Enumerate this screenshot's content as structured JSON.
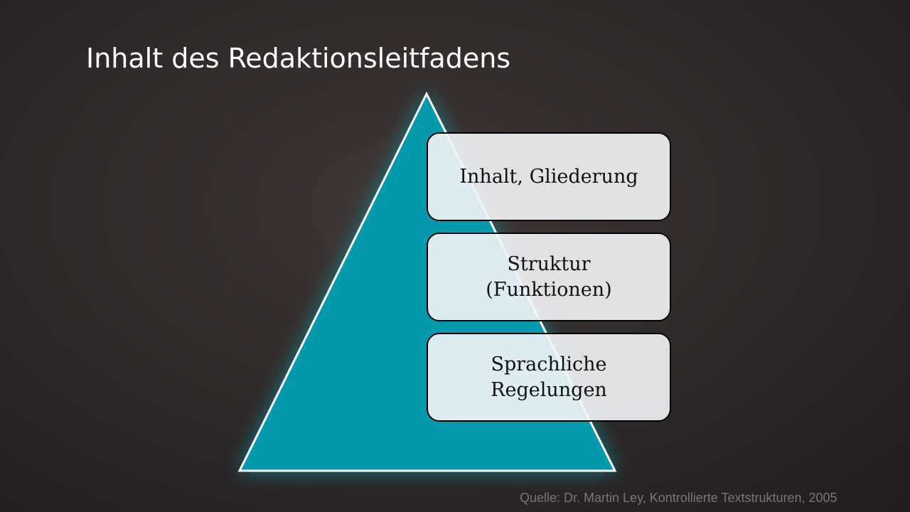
{
  "title": "Inhalt des Redaktionsleitfadens",
  "pyramid": {
    "fill_color": "#0499ad",
    "levels": [
      {
        "lines": [
          "Inhalt, Gliederung"
        ]
      },
      {
        "lines": [
          "Struktur",
          "(Funktionen)"
        ]
      },
      {
        "lines": [
          "Sprachliche",
          "Regelungen"
        ]
      }
    ]
  },
  "source": "Quelle: Dr. Martin Ley, Kontrollierte Textstrukturen, 2005"
}
